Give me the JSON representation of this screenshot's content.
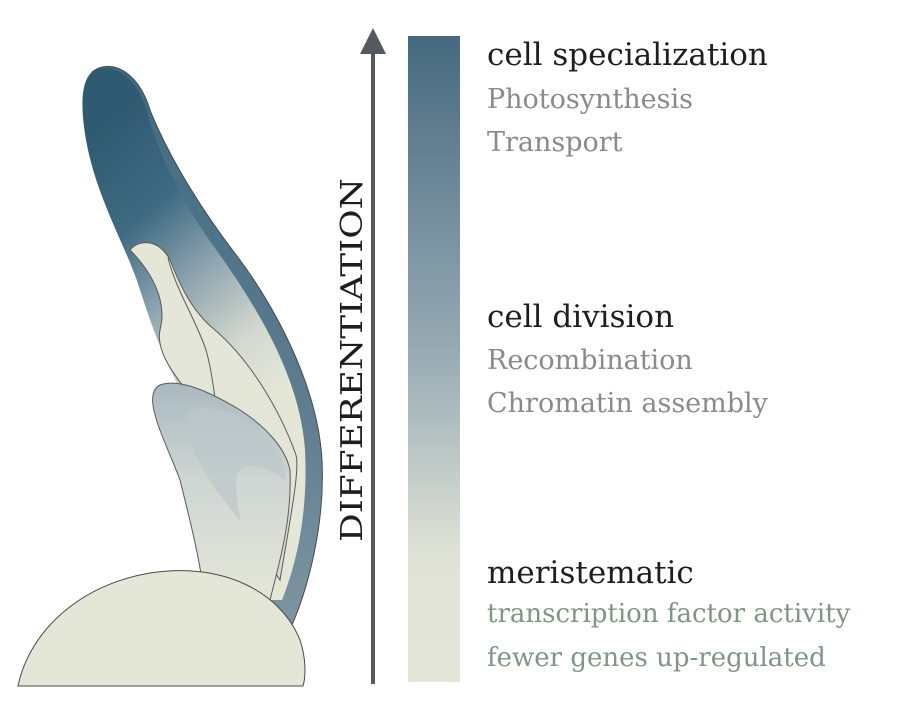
{
  "axis": {
    "label": "DIFFERENTIATION"
  },
  "stages": [
    {
      "title": "cell specialization",
      "items": [
        "Photosynthesis",
        "Transport"
      ]
    },
    {
      "title": "cell division",
      "items": [
        "Recombination",
        "Chromatin assembly"
      ]
    },
    {
      "title": "meristematic",
      "items": [
        "transcription factor activity",
        "fewer genes up-regulated"
      ]
    }
  ],
  "colors": {
    "gradient_top": "#46697f",
    "gradient_bottom": "#e4e6d8",
    "stage_title": "#1e1e1e",
    "item_gray": "#8a8a8a",
    "item_green": "#7f9684",
    "arrow": "#555a60"
  }
}
